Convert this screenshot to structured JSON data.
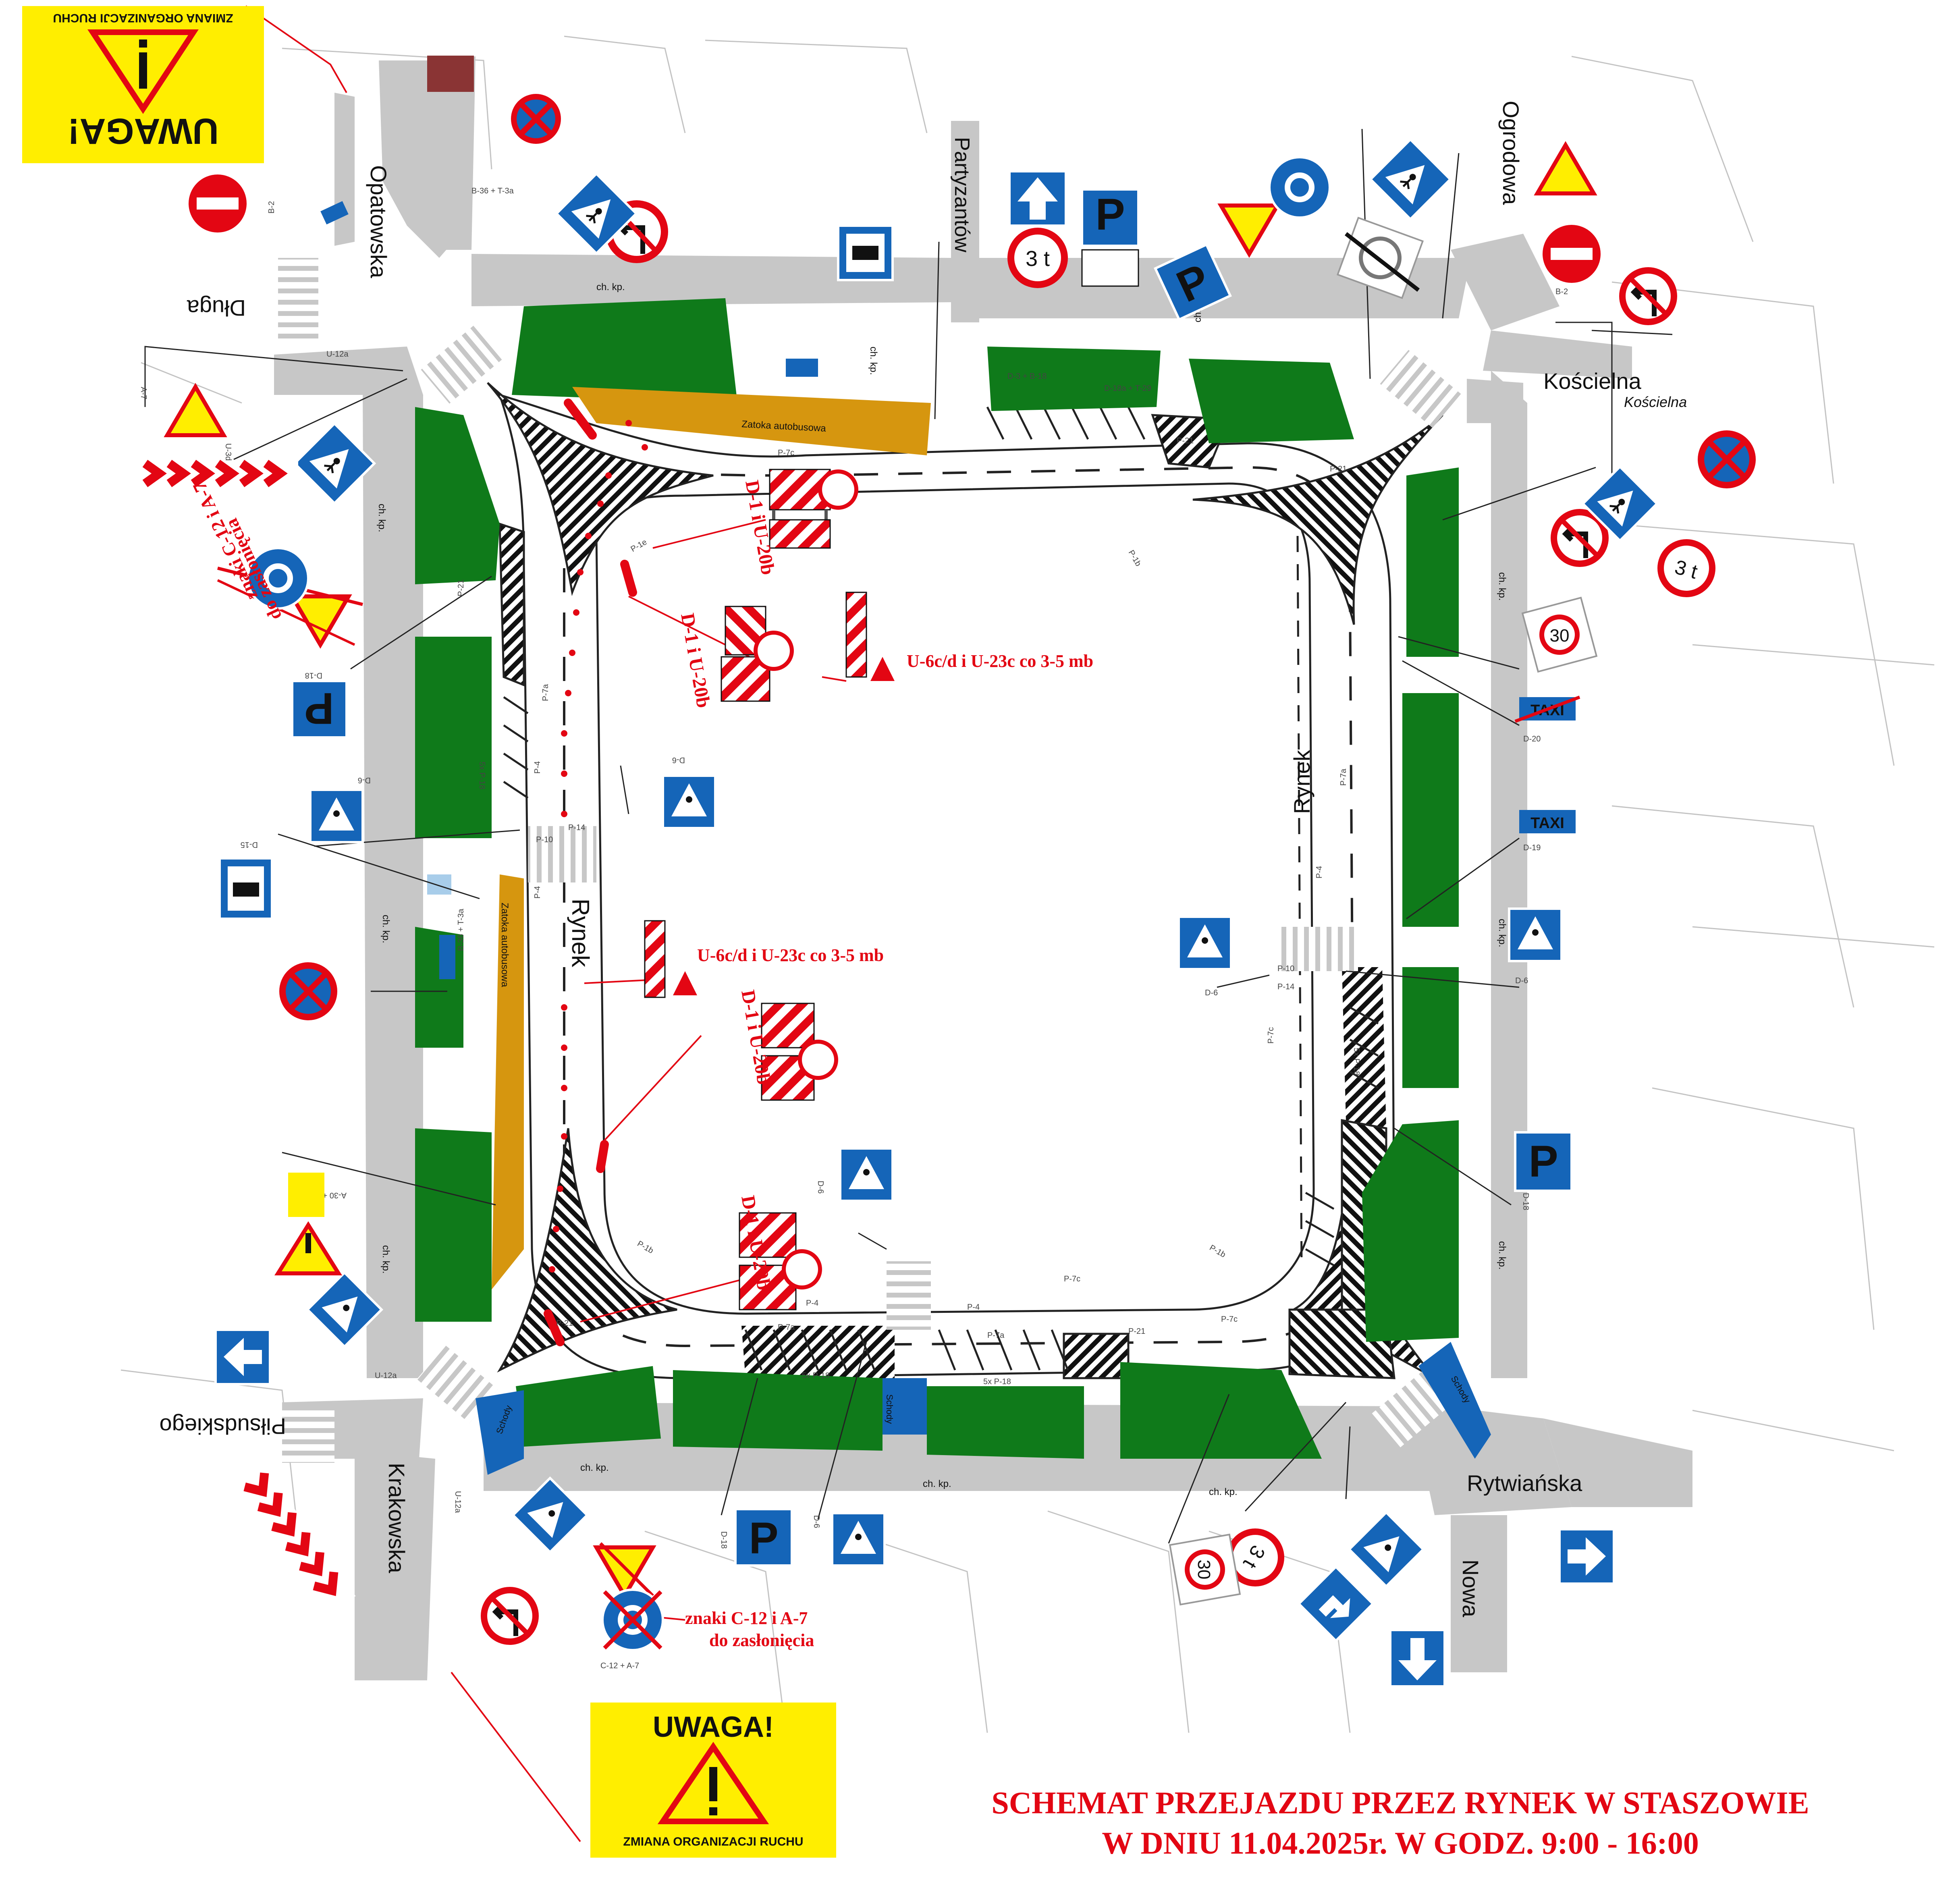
{
  "title": {
    "line1": "SCHEMAT PRZEJAZDU PRZEZ RYNEK W STASZOWIE",
    "line2": "W DNIU 11.04.2025r. W GODZ. 9:00 - 16:00"
  },
  "warning_panels": {
    "heading": "UWAGA!",
    "subtitle": "ZMIANA ORGANIZACJI RUCHU"
  },
  "streets": {
    "opatowska": "Opatowska",
    "dluga": "Długa",
    "partyzantow": "Partyzantów",
    "ogrodowa": "Ogrodowa",
    "koscielna": "Kościelna",
    "koscielna_small": "Kościelna",
    "rynek_center": "Rynek",
    "rynek_east": "Rynek",
    "pilsudskiego": "Piłsudskiego",
    "krakowska": "Krakowska",
    "rytwianska": "Rytwiańska",
    "nowa": "Nowa"
  },
  "features": {
    "zatoka_north": "Zatoka autobusowa",
    "zatoka_west": "Zatoka autobusowa",
    "schody_south": "Schody",
    "schody_sw": "Schody",
    "schody_se": "Schody",
    "ch_kp": "ch. kp."
  },
  "annotations": {
    "barrier_label": "D-1 i U-20b",
    "cones_label": "U-6c/d i U-23c co 3-5 mb",
    "covered_signs_1": "znaki C-12 i A-7",
    "covered_signs_1b": "do zasłonięcia",
    "covered_signs_2": "znaki C-12 i A-7",
    "covered_signs_2b": "do zasłonięcia"
  },
  "signs": {
    "weight_limit": "3 t",
    "speed_limit": "30",
    "taxi": "TAXI",
    "parking": "P"
  },
  "sign_codes": {
    "b2": "B-2",
    "b36": "B-36 + T-3a",
    "u12a": "U-12a",
    "u3d": "U-3d",
    "a7": "A-7",
    "d18": "D-18",
    "d6": "D-6",
    "d15": "D-15",
    "d19": "D-19",
    "d20": "D-20",
    "p10": "P-10",
    "p14": "P-14",
    "p21": "P-21",
    "p4": "P-4",
    "p7a": "P-7a",
    "p7c": "P-7c",
    "p1e": "P-1e",
    "p1b": "P-1b",
    "p18": "5x P-18",
    "a30": "A-30 + T-14",
    "c12a7": "C-12 + A-7",
    "d3": "D-3 + B-18",
    "d18a": "D-18a + T-29"
  },
  "colors": {
    "road": "#c7c7c7",
    "green": "#0f7a1a",
    "zatoka": "#d6960f",
    "sign_blue": "#1565b8",
    "sign_red": "#e30613",
    "yellow": "#ffee00",
    "curb_brown": "#8a3434"
  }
}
